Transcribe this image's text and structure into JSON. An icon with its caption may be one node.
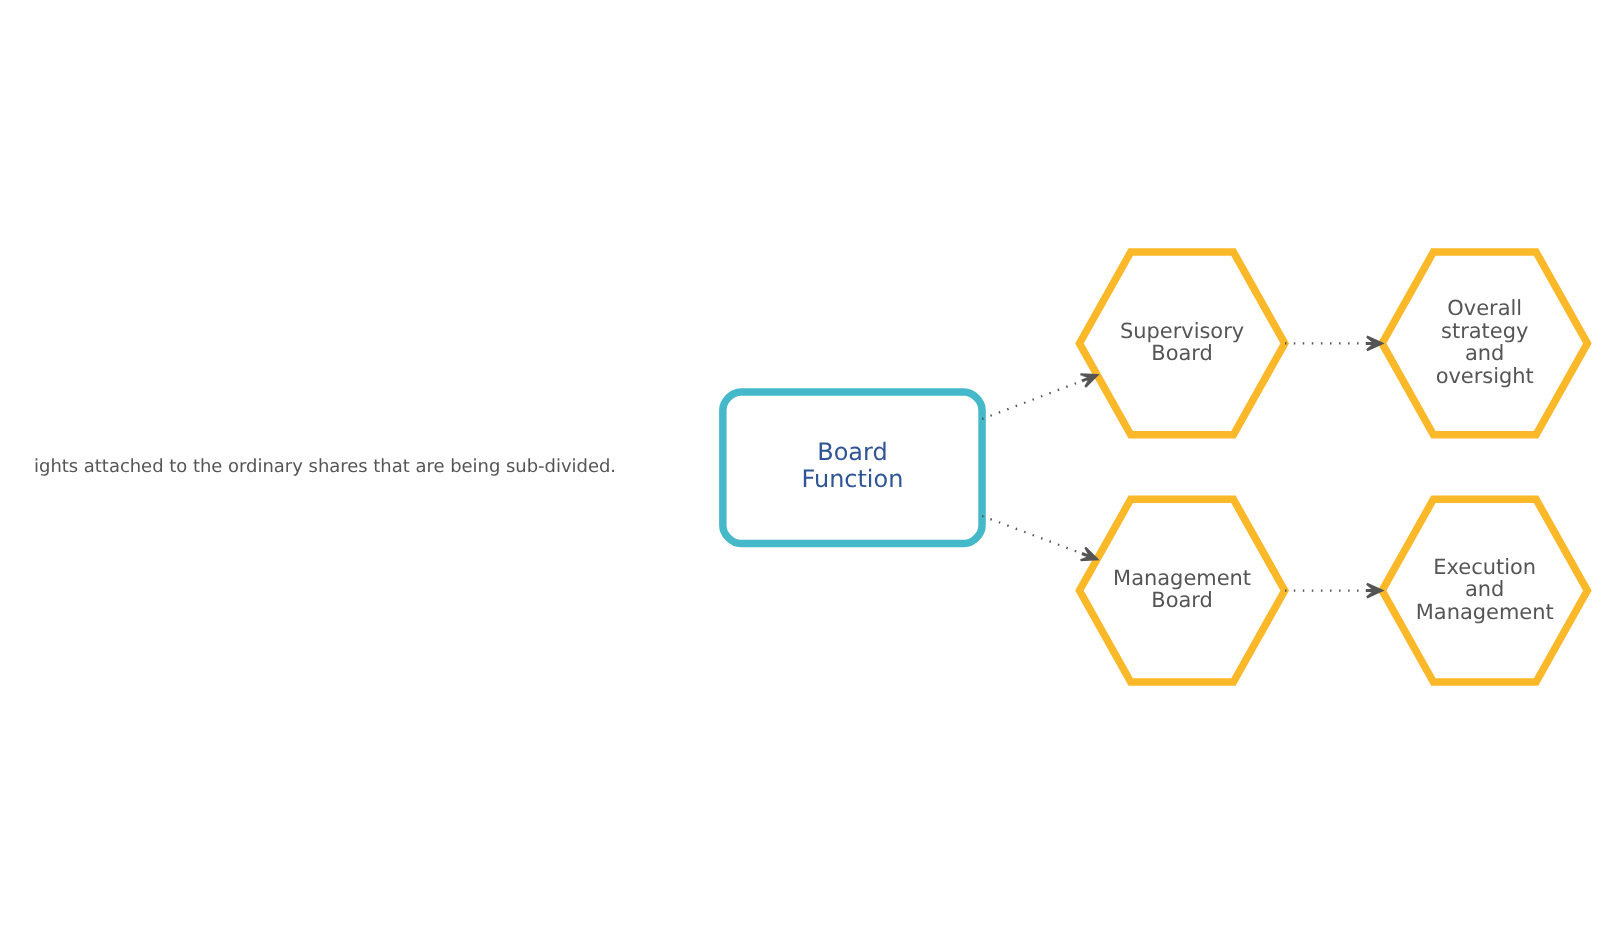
{
  "diagram": {
    "nodes": [
      {
        "text": [
          "Board Function"
        ]
      },
      {
        "text": [
          "Supervisory Board"
        ]
      },
      {
        "text": [
          "Management Board"
        ]
      },
      {
        "text": [
          "Overall strategy and oversight"
        ]
      },
      {
        "text": [
          "Execution and Management"
        ]
      }
    ],
    "edges": [
      {
        "from": 0,
        "to": 1,
        "arrow": "to",
        "style": "dashed"
      },
      {
        "from": 0,
        "to": 2,
        "arrow": "to",
        "style": "dashed"
      },
      {
        "from": 1,
        "to": 3,
        "arrow": "to",
        "style": "dashed"
      },
      {
        "from": 2,
        "to": 4,
        "arrow": "to",
        "style": "dashed"
      }
    ],
    "labels": [
      "ights attached to the ordinary shares that are being sub-divided."
    ]
  }
}
